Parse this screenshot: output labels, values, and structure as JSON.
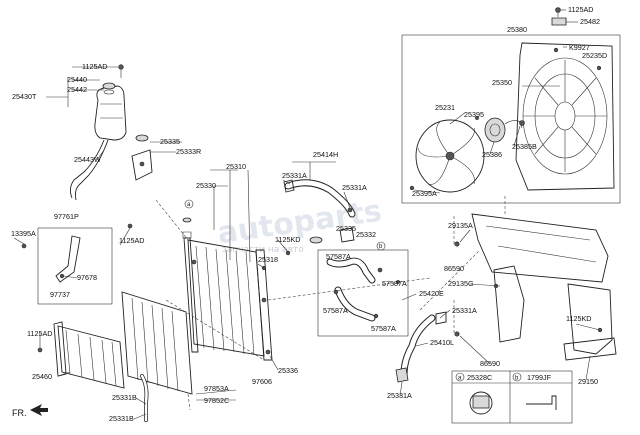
{
  "diagram": {
    "labels": {
      "l1125ad_top": "1125AD",
      "l25482": "25482",
      "l25380": "25380",
      "lk9927": "K9927",
      "l25235d": "25235D",
      "l25350": "25350",
      "l25231": "25231",
      "l25395": "25395",
      "l25386": "25386",
      "l25385b": "25385B",
      "l25395a": "25395A",
      "l1125ad_res": "1125AD",
      "l25440": "25440",
      "l25442": "25442",
      "l25430t": "25430T",
      "l25443w": "25443W",
      "l25335": "25335",
      "l25333r": "25333R",
      "l25310": "25310",
      "l25330": "25330",
      "l25414h": "25414H",
      "l25331a_1": "25331A",
      "l25331a_2": "25331A",
      "l25335_2": "25335",
      "l25332": "25332",
      "l1125kd_mid": "1125KD",
      "l25318": "25318",
      "l97761p": "97761P",
      "l13395a": "13395A",
      "l1125ad_mid": "1125AD",
      "l97678": "97678",
      "l97737": "97737",
      "l57587a_1": "57587A",
      "l57587a_2": "57587A",
      "l57587a_3": "57587A",
      "l57587a_4": "57587A",
      "l25420e": "25420E",
      "l29135a": "29135A",
      "l86590_1": "86590",
      "l29135g": "29135G",
      "l25331a_3": "25331A",
      "l1125kd_right": "1125KD",
      "l25410l": "25410L",
      "l86590_2": "86590",
      "l29150": "29150",
      "l1125ad_left": "1125AD",
      "l25460": "25460",
      "l25336": "25336",
      "l97606": "97606",
      "l97853a": "97853A",
      "l97852c": "97852C",
      "l25331b_1": "25331B",
      "l25331b_2": "25331B",
      "l25331a_4": "25331A",
      "fr": "FR.",
      "legend_a_mark": "a",
      "legend_a": "25328C",
      "legend_b_mark": "b",
      "legend_b": "1799JF",
      "callout_a": "a",
      "callout_b": "b"
    }
  }
}
